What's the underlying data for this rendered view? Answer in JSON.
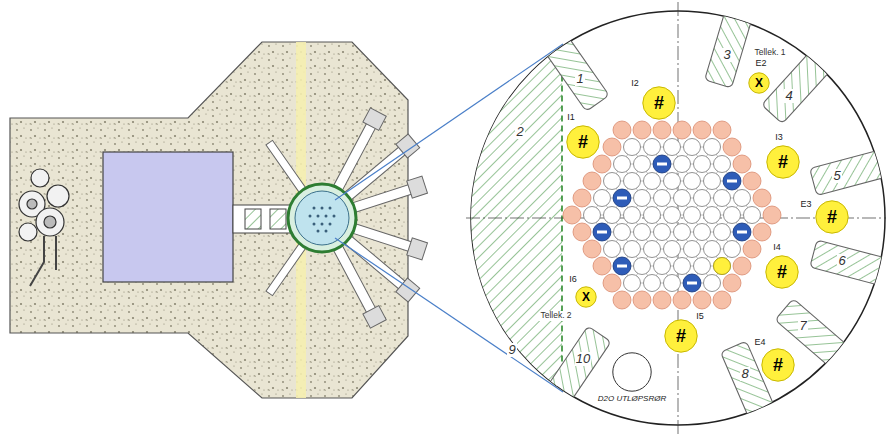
{
  "diagram": {
    "nodes": [
      {
        "text": [
          "E2",
          "X"
        ]
      },
      {
        "text": [
          "I2",
          "#"
        ]
      },
      {
        "text": [
          "I1",
          "#"
        ]
      },
      {
        "text": [
          "I3",
          "#"
        ]
      },
      {
        "text": [
          "E3",
          "#"
        ]
      },
      {
        "text": [
          "I4",
          "#"
        ]
      },
      {
        "text": [
          "I6",
          "X"
        ]
      },
      {
        "text": [
          "I5",
          "#"
        ]
      },
      {
        "text": [
          "E4",
          "#"
        ]
      },
      {
        "text": [
          "D2O UTLØPSRØR"
        ]
      }
    ],
    "labels": [
      "1",
      "2",
      "3",
      "4",
      "5",
      "6",
      "7",
      "8",
      "9",
      "10",
      "Tellek. 1",
      "Tellek. 2"
    ]
  }
}
